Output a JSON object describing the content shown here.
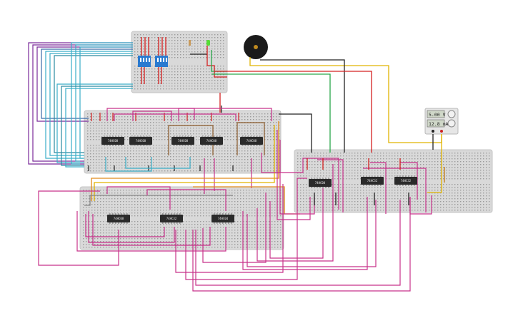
{
  "workspace": {
    "background": "#ffffff",
    "breadboard_color": "#d9d9d9",
    "hole_color": "#9a9a9a"
  },
  "components": {
    "ic_chips": [
      {
        "label": "74HC08"
      },
      {
        "label": "74HC08"
      },
      {
        "label": "74HC08"
      },
      {
        "label": "74HC08"
      },
      {
        "label": "74HC08"
      },
      {
        "label": "74HC08"
      },
      {
        "label": "74HC32"
      },
      {
        "label": "74HC04"
      },
      {
        "label": "74HC08"
      },
      {
        "label": "74HC32"
      },
      {
        "label": "74HC32"
      }
    ],
    "dip_switches": [
      {
        "name": "dip-switch-1"
      },
      {
        "name": "dip-switch-2"
      }
    ],
    "led": {
      "color": "#55dd33"
    },
    "buzzer": {
      "name": "piezo-buzzer"
    },
    "resistor": {
      "name": "resistor"
    }
  },
  "power_supply": {
    "voltage": "5.00 V",
    "current": "12.8 mA"
  },
  "wire_colors": {
    "magenta": "#c8328a",
    "red": "#d42020",
    "black": "#222222",
    "cyan": "#3aaec8",
    "purple": "#7a2a9a",
    "yellow": "#e0b400",
    "green": "#2aa84a",
    "orange": "#e08a1a",
    "brown": "#8a5a2a",
    "gray": "#888888"
  }
}
